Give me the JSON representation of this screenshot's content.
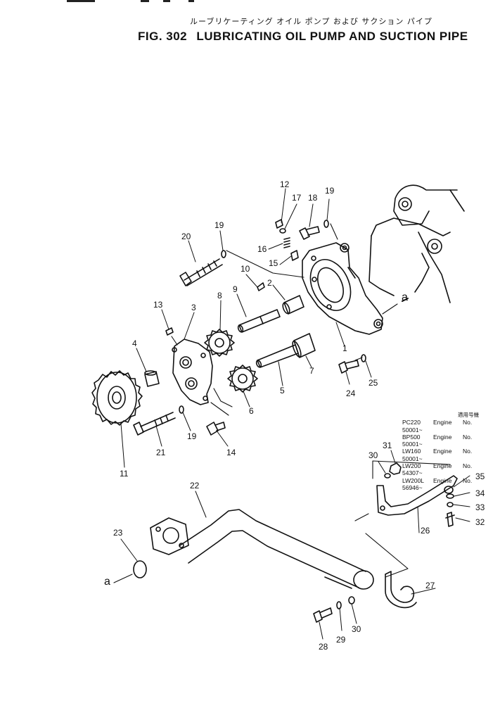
{
  "title": {
    "japanese": "ルーブリケーティング オイル ポンプ および サクション パイプ",
    "fig": "FIG. 302",
    "text": "LUBRICATING OIL PUMP AND SUCTION PIPE"
  },
  "applicability": {
    "header": "適用号機",
    "rows": [
      {
        "model": "PC220",
        "engine": "Engine",
        "no": "No.",
        "serial": "50001~"
      },
      {
        "model": "BP500",
        "engine": "Engine",
        "no": "No.",
        "serial": "50001~"
      },
      {
        "model": "LW160",
        "engine": "Engine",
        "no": "No.",
        "serial": "50001~"
      },
      {
        "model": "LW200",
        "engine": "Engine",
        "no": "No.",
        "serial": "54307~"
      },
      {
        "model": "LW200L",
        "engine": "Engine",
        "no": "No.",
        "serial": "56946~"
      }
    ]
  },
  "callouts": {
    "c1": "1",
    "c2": "2",
    "c3": "3",
    "c4": "4",
    "c5": "5",
    "c6": "6",
    "c7": "7",
    "c8": "8",
    "c9": "9",
    "c10": "10",
    "c11": "11",
    "c12": "12",
    "c13": "13",
    "c14": "14",
    "c15": "15",
    "c16": "16",
    "c17": "17",
    "c18": "18",
    "c19a": "19",
    "c19b": "19",
    "c19c": "19",
    "c20": "20",
    "c21": "21",
    "c22": "22",
    "c23": "23",
    "c24": "24",
    "c25": "25",
    "c26": "26",
    "c27": "27",
    "c28": "28",
    "c29": "29",
    "c30a": "30",
    "c30b": "30",
    "c31": "31",
    "c32": "32",
    "c33": "33",
    "c34": "34",
    "c35": "35"
  },
  "refs": {
    "a_upper": "a",
    "a_lower": "a"
  }
}
